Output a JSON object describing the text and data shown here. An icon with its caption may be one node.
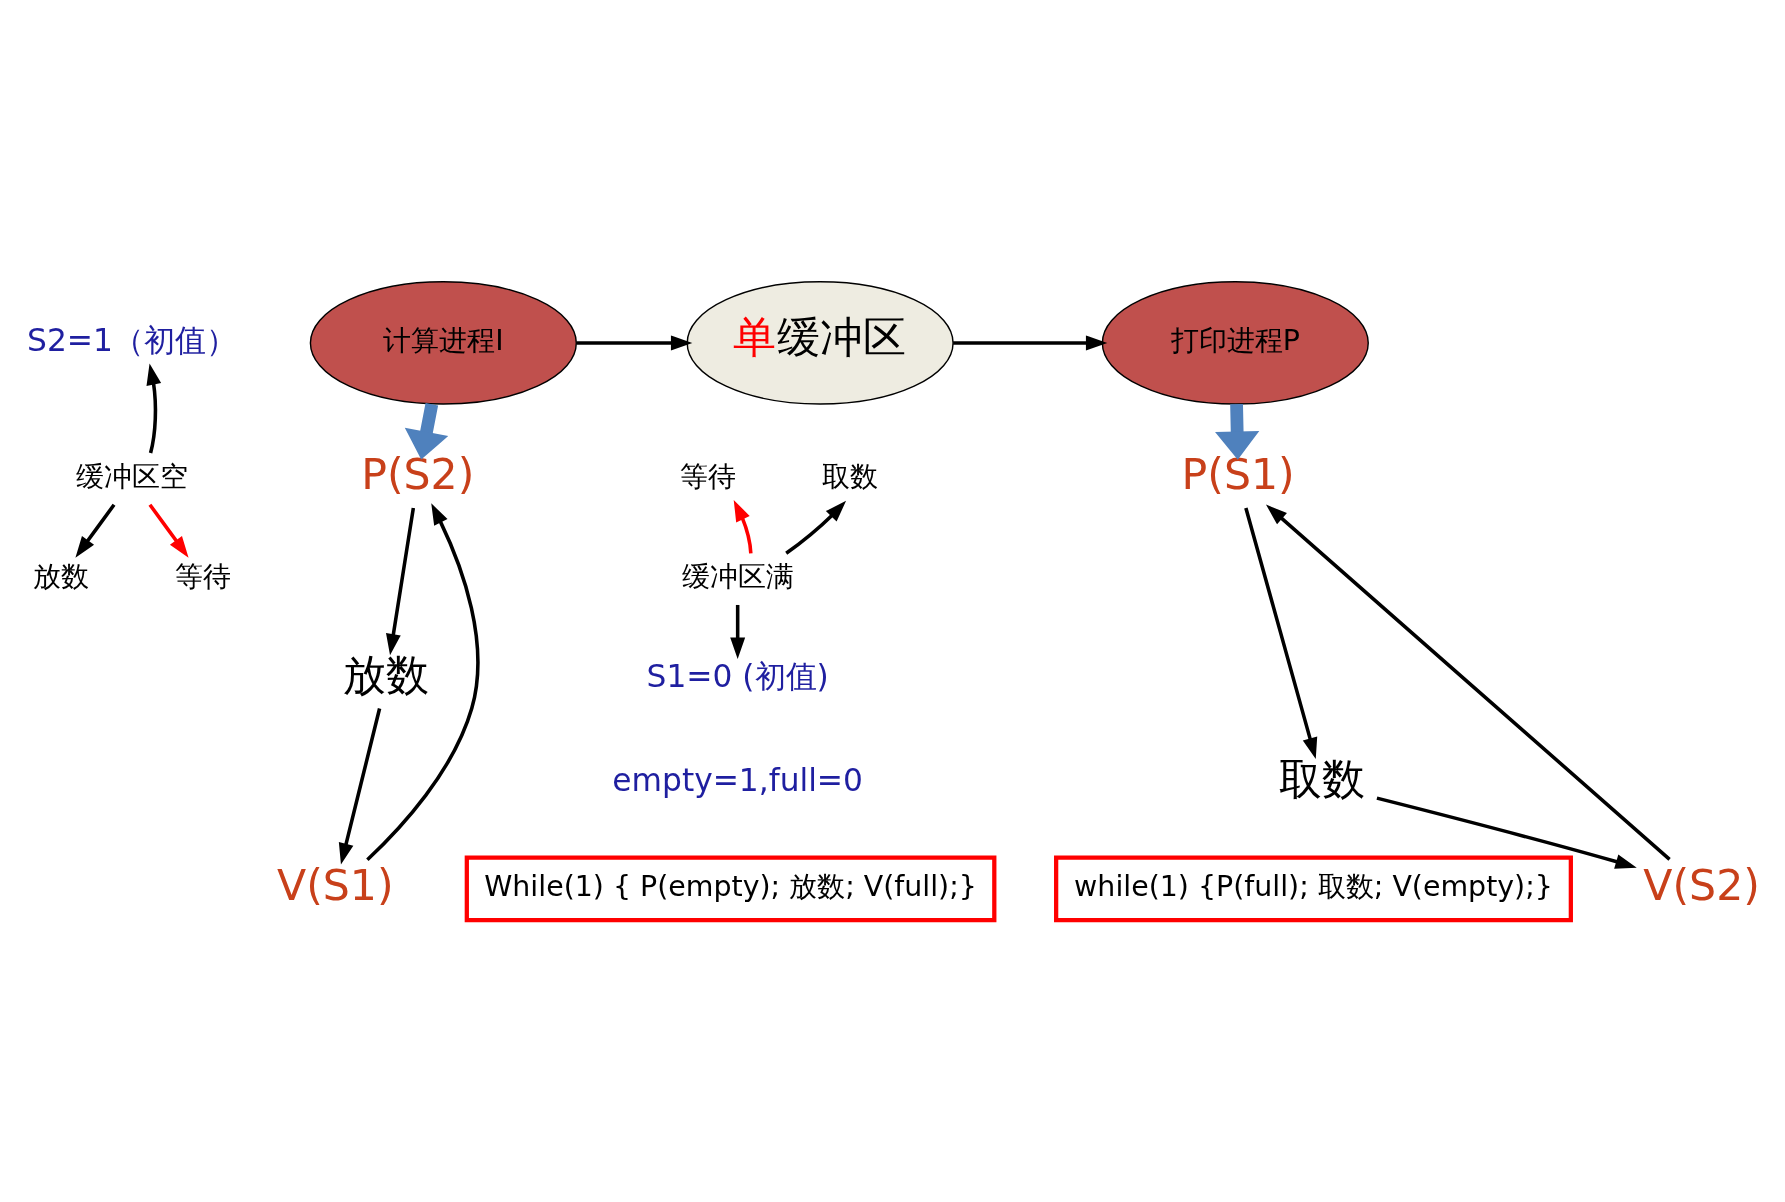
{
  "diagram": {
    "nodes": [
      {
        "text": [
          "S2=1（初值）"
        ]
      },
      {
        "text": [
          "缓冲区空"
        ]
      },
      {
        "text": [
          "放数"
        ]
      },
      {
        "text": [
          "等待"
        ]
      },
      {
        "text": [
          "计算进程I"
        ]
      },
      {
        "text": [
          "单缓冲区"
        ]
      },
      {
        "text": [
          "打印进程P"
        ]
      },
      {
        "text": [
          "等待"
        ]
      },
      {
        "text": [
          "取数"
        ]
      },
      {
        "text": [
          "缓冲区满"
        ]
      },
      {
        "text": [
          "S1=0 (初值)"
        ]
      },
      {
        "text": [
          "P(S2)"
        ]
      },
      {
        "text": [
          "P(S1)"
        ]
      },
      {
        "text": [
          "放数"
        ]
      },
      {
        "text": [
          "取数"
        ]
      },
      {
        "text": [
          "V(S1)"
        ]
      },
      {
        "text": [
          "V(S2)"
        ]
      },
      {
        "text": [
          "While(1) { P(empty); 放数; V(full);}"
        ]
      },
      {
        "text": [
          "while(1) {P(full); 取数; V(empty);}"
        ]
      }
    ],
    "edges": [
      {
        "from": 1,
        "to": 0,
        "arrow": "to"
      },
      {
        "from": 1,
        "to": 2,
        "arrow": "to"
      },
      {
        "from": 1,
        "to": 3,
        "arrow": "to",
        "color": "#ff0000"
      },
      {
        "from": 4,
        "to": 5,
        "arrow": "to"
      },
      {
        "from": 5,
        "to": 6,
        "arrow": "to"
      },
      {
        "from": 9,
        "to": 7,
        "arrow": "to",
        "color": "#ff0000"
      },
      {
        "from": 9,
        "to": 8,
        "arrow": "to"
      },
      {
        "from": 9,
        "to": 10,
        "arrow": "to"
      },
      {
        "from": 4,
        "to": 11,
        "arrow": "to",
        "style": "thick",
        "color": "#4f81bd"
      },
      {
        "from": 11,
        "to": 13,
        "arrow": "to"
      },
      {
        "from": 13,
        "to": 15,
        "arrow": "to"
      },
      {
        "from": 15,
        "to": 11,
        "arrow": "to"
      },
      {
        "from": 6,
        "to": 12,
        "arrow": "to",
        "style": "thick",
        "color": "#4f81bd"
      },
      {
        "from": 12,
        "to": 14,
        "arrow": "to"
      },
      {
        "from": 14,
        "to": 16,
        "arrow": "to"
      },
      {
        "from": 16,
        "to": 12,
        "arrow": "to"
      }
    ],
    "labels": [
      "empty=1,full=0"
    ]
  }
}
